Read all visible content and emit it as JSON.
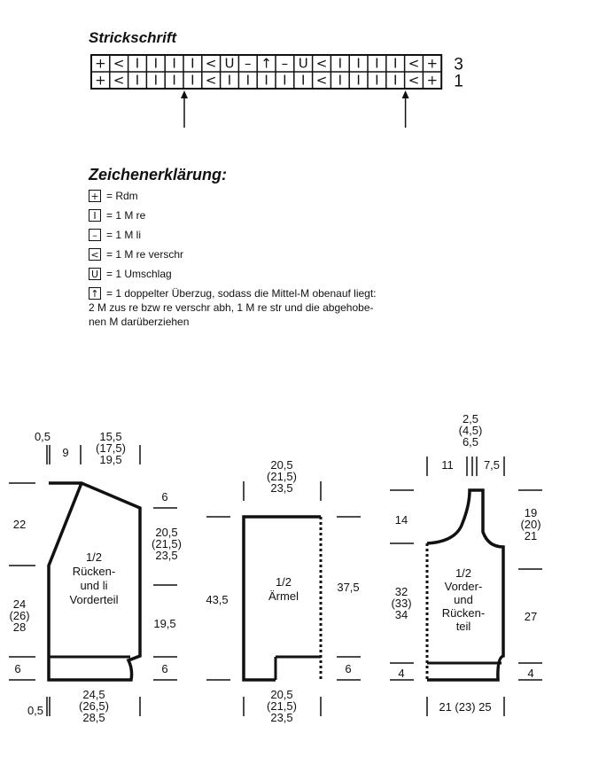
{
  "chart_title": "Strickschrift",
  "chart": {
    "rows": [
      {
        "label": "3",
        "cells": [
          "+",
          "<",
          "I",
          "I",
          "I",
          "I",
          "<",
          "U",
          "–",
          "↑",
          "–",
          "U",
          "<",
          "I",
          "I",
          "I",
          "I",
          "<",
          "+"
        ]
      },
      {
        "label": "1",
        "cells": [
          "+",
          "<",
          "I",
          "I",
          "I",
          "I",
          "<",
          "I",
          "I",
          "I",
          "I",
          "I",
          "<",
          "I",
          "I",
          "I",
          "I",
          "<",
          "+"
        ]
      }
    ],
    "arrow_columns": [
      6,
      18
    ]
  },
  "legend": {
    "title": "Zeichenerklärung:",
    "items": [
      {
        "symbol": "+",
        "text": "= Rdm"
      },
      {
        "symbol": "I",
        "text": "= 1 M re"
      },
      {
        "symbol": "–",
        "text": "= 1 M li"
      },
      {
        "symbol": "<",
        "text": "= 1 M re verschr"
      },
      {
        "symbol": "U",
        "text": "= 1 Umschlag"
      },
      {
        "symbol": "↑",
        "text": "= 1 doppelter Überzug, sodass die Mittel-M obenauf liegt:",
        "cont": [
          "2 M zus re bzw re verschr abh, 1 M re str und die abgehobe-",
          "nen M darüberziehen"
        ]
      }
    ]
  },
  "diagram1": {
    "name": [
      "1/2",
      "Rücken-",
      "und li",
      "Vorderteil"
    ],
    "dims": {
      "left_inset": "0,5",
      "neck": "9",
      "shoulder": [
        "15,5",
        "(17,5)",
        "19,5"
      ],
      "armhole": "22",
      "side_upper": "6",
      "armhole_right": [
        "20,5",
        "(21,5)",
        "23,5"
      ],
      "body_left": [
        "24",
        "(26)",
        "28"
      ],
      "body_right": "19,5",
      "rib_left": "6",
      "rib_right": "6",
      "width_bottom": [
        "24,5",
        "(26,5)",
        "28,5"
      ],
      "bottom_inset": "0,5"
    }
  },
  "diagram2": {
    "name": [
      "1/2",
      "Ärmel"
    ],
    "dims": {
      "top_width": [
        "20,5",
        "(21,5)",
        "23,5"
      ],
      "length_left": "43,5",
      "length_right": "37,5",
      "cuff": "6",
      "bottom_width": [
        "20,5",
        "(21,5)",
        "23,5"
      ]
    }
  },
  "diagram3": {
    "name": [
      "1/2",
      "Vorder-",
      "und",
      "Rücken-",
      "teil"
    ],
    "dims": {
      "neck_top": [
        "2,5",
        "(4,5)",
        "6,5"
      ],
      "left_width": "11",
      "right_width": "7,5",
      "neck_depth": "14",
      "armhole": [
        "19",
        "(20)",
        "21"
      ],
      "body_left": [
        "32",
        "(33)",
        "34"
      ],
      "body_right": "27",
      "rib_left": "4",
      "rib_right": "4",
      "width_bottom": "21 (23) 25"
    }
  }
}
